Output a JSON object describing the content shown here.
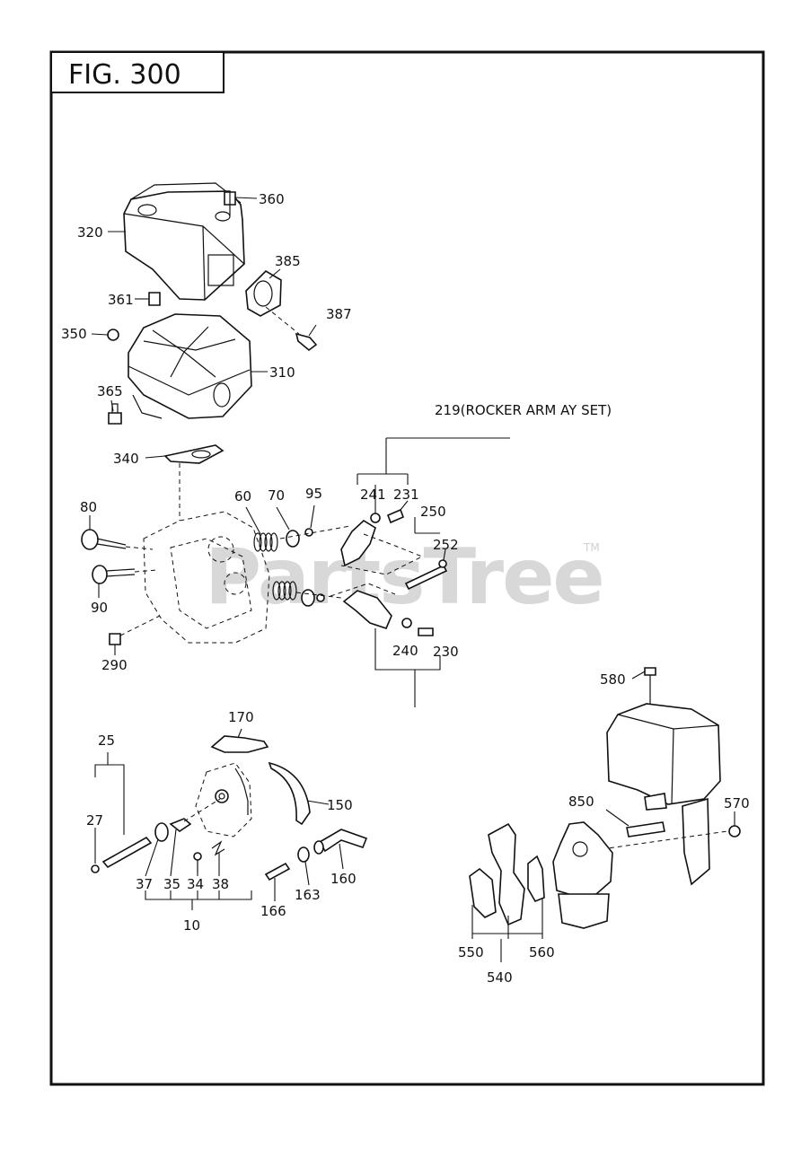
{
  "figure": {
    "title": "FIG. 300"
  },
  "watermark": {
    "text": "PartsTree",
    "tm": "TM"
  },
  "callouts": {
    "c360": "360",
    "c320": "320",
    "c385": "385",
    "c361": "361",
    "c387": "387",
    "c350": "350",
    "c310": "310",
    "c365": "365",
    "c219": "219(ROCKER ARM AY SET)",
    "c340": "340",
    "c80": "80",
    "c60": "60",
    "c70": "70",
    "c95": "95",
    "c241": "241",
    "c231": "231",
    "c250": "250",
    "c252": "252",
    "c90": "90",
    "c290": "290",
    "c240": "240",
    "c230": "230",
    "c580": "580",
    "c170": "170",
    "c25": "25",
    "c150": "150",
    "c27": "27",
    "c850": "850",
    "c570": "570",
    "c37": "37",
    "c35": "35",
    "c34": "34",
    "c38": "38",
    "c160": "160",
    "c163": "163",
    "c166": "166",
    "c10": "10",
    "c550": "550",
    "c560": "560",
    "c540": "540"
  },
  "colors": {
    "ink": "#111111",
    "paper": "#ffffff",
    "watermark": "#d8d8d8"
  }
}
